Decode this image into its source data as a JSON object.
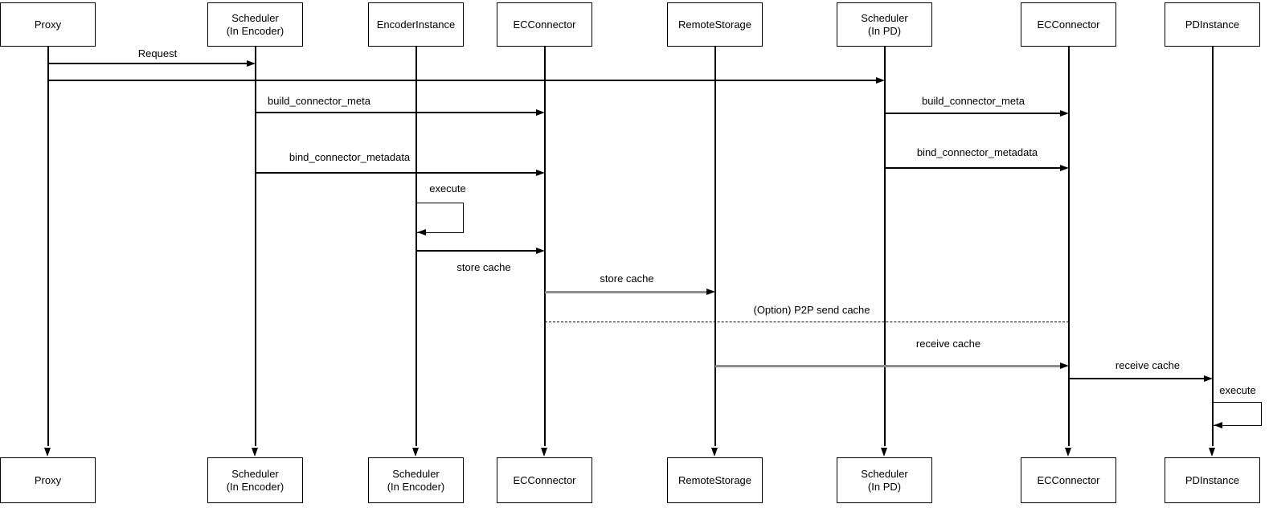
{
  "diagram": {
    "type": "sequence-diagram",
    "colors": {
      "line": "#000000",
      "gray_line": "#8c8c8c",
      "background": "#ffffff"
    },
    "actors": [
      {
        "id": "proxy",
        "label": "Proxy",
        "bottom_label": "Proxy"
      },
      {
        "id": "scheduler-encoder",
        "label": "Scheduler\n(In Encoder)",
        "bottom_label": "Scheduler\n(In Encoder)"
      },
      {
        "id": "encoder-instance",
        "label": "EncoderInstance",
        "bottom_label": "Scheduler\n(In Encoder)"
      },
      {
        "id": "ec-connector-1",
        "label": "ECConnector",
        "bottom_label": "ECConnector"
      },
      {
        "id": "remote-storage",
        "label": "RemoteStorage",
        "bottom_label": "RemoteStorage"
      },
      {
        "id": "scheduler-pd",
        "label": "Scheduler\n(In PD)",
        "bottom_label": "Scheduler\n(In PD)"
      },
      {
        "id": "ec-connector-2",
        "label": "ECConnector",
        "bottom_label": "ECConnector"
      },
      {
        "id": "pd-instance",
        "label": "PDInstance",
        "bottom_label": "PDInstance"
      }
    ],
    "messages": [
      {
        "label": "Request",
        "from": "Proxy",
        "to": "Scheduler (In Encoder)",
        "style": "solid"
      },
      {
        "label": "",
        "from": "Proxy",
        "to": "Scheduler (In PD)",
        "style": "solid"
      },
      {
        "label": "build_connector_meta",
        "from": "Scheduler (In Encoder)",
        "to": "ECConnector",
        "style": "solid"
      },
      {
        "label": "bind_connector_metadata",
        "from": "Scheduler (In Encoder)",
        "to": "ECConnector",
        "style": "solid"
      },
      {
        "label": "build_connector_meta",
        "from": "Scheduler (In PD)",
        "to": "ECConnector",
        "style": "solid"
      },
      {
        "label": "bind_connector_metadata",
        "from": "Scheduler (In PD)",
        "to": "ECConnector",
        "style": "solid"
      },
      {
        "label": "execute",
        "from": "EncoderInstance",
        "to": "EncoderInstance",
        "style": "self-loop"
      },
      {
        "label": "store cache",
        "from": "EncoderInstance",
        "to": "ECConnector",
        "style": "solid"
      },
      {
        "label": "store cache",
        "from": "ECConnector",
        "to": "RemoteStorage",
        "style": "solid-gray"
      },
      {
        "label": "(Option) P2P send cache",
        "from": "ECConnector",
        "to": "ECConnector (PD side)",
        "style": "dashed"
      },
      {
        "label": "receive cache",
        "from": "RemoteStorage",
        "to": "ECConnector (PD side)",
        "style": "solid-gray"
      },
      {
        "label": "receive cache",
        "from": "ECConnector (PD side)",
        "to": "PDInstance",
        "style": "solid"
      },
      {
        "label": "execute",
        "from": "PDInstance",
        "to": "PDInstance",
        "style": "self-loop"
      }
    ]
  }
}
